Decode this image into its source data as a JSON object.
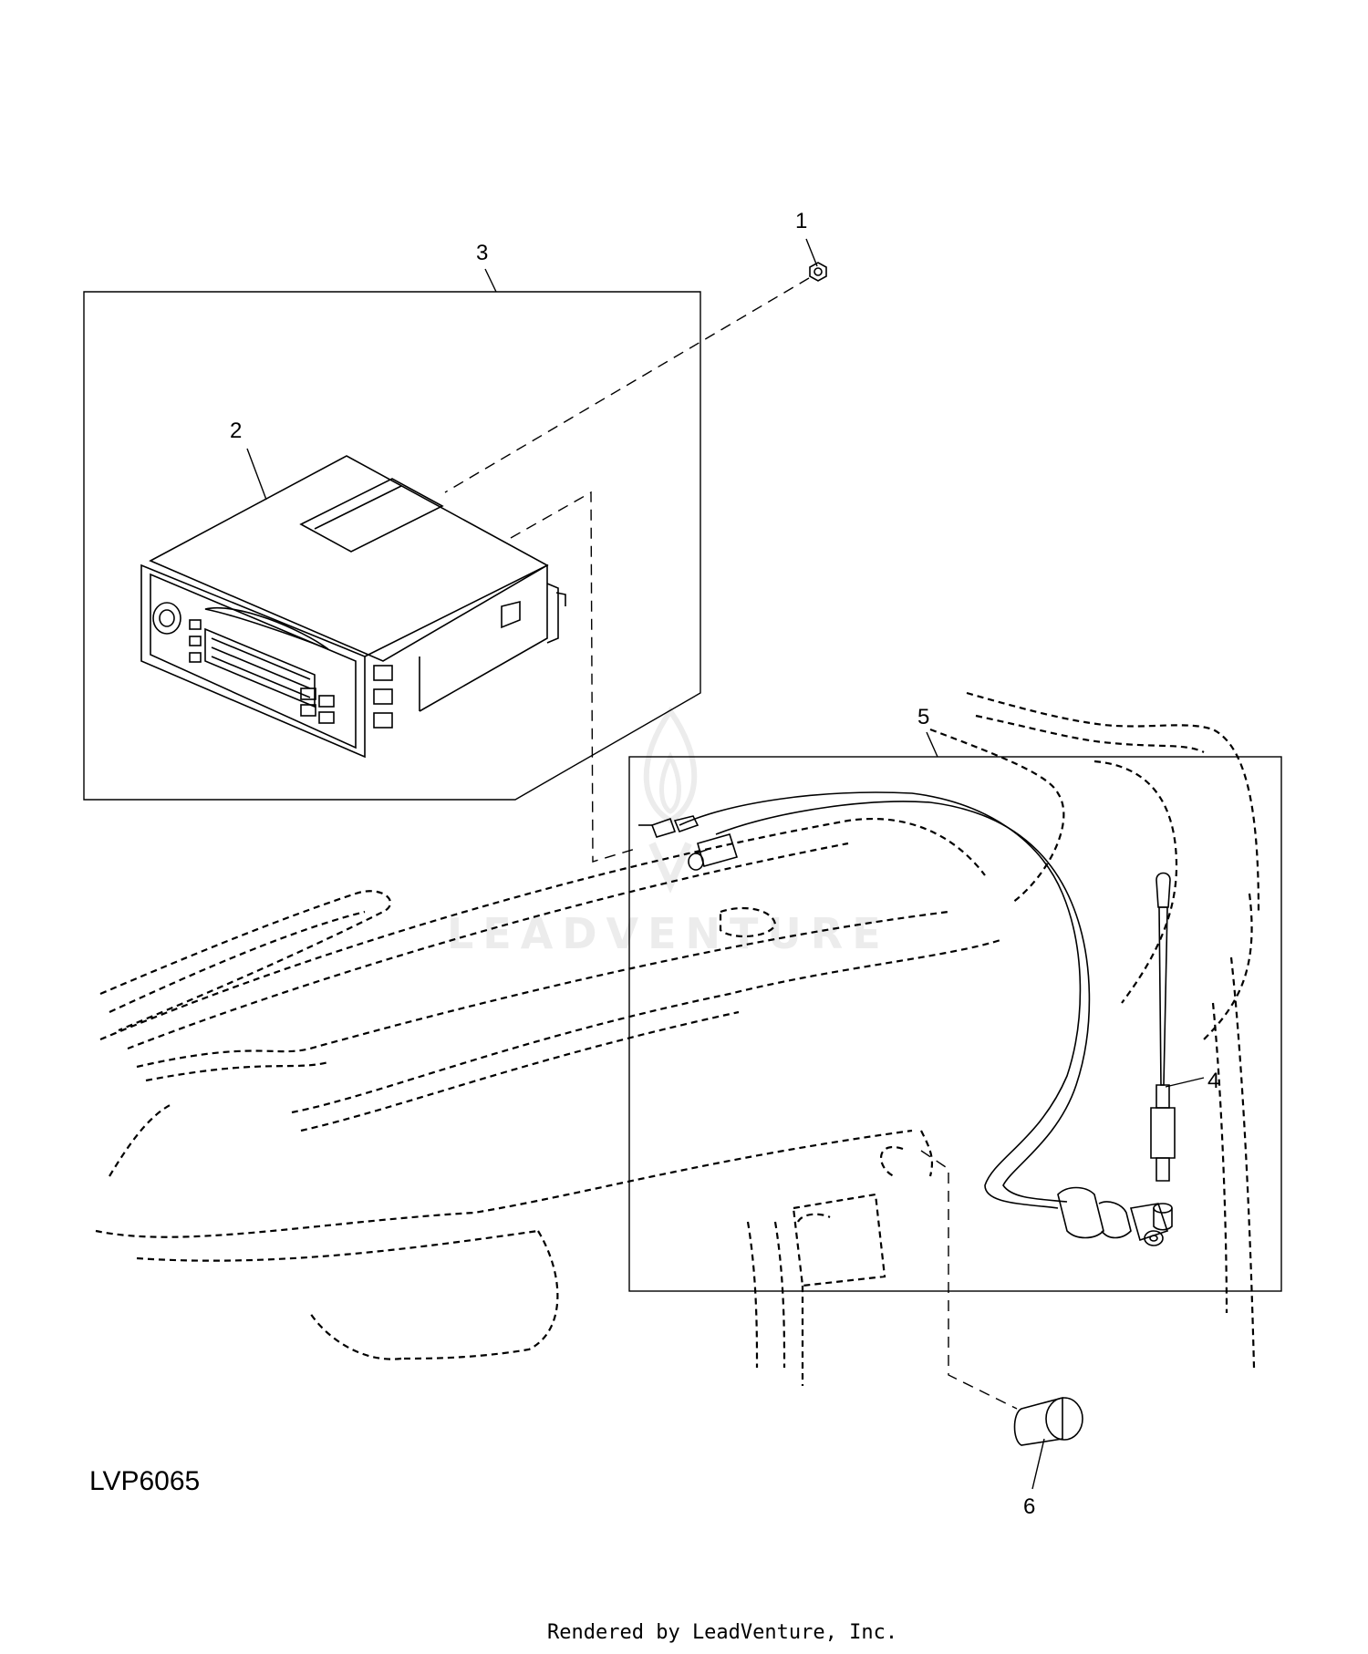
{
  "diagram": {
    "drawing_code": "LVP6065",
    "footer": "Rendered by LeadVenture, Inc.",
    "watermark": "LEADVENTURE",
    "callouts": [
      {
        "id": "1",
        "label": "1"
      },
      {
        "id": "2",
        "label": "2"
      },
      {
        "id": "3",
        "label": "3"
      },
      {
        "id": "4",
        "label": "4"
      },
      {
        "id": "5",
        "label": "5"
      },
      {
        "id": "6",
        "label": "6"
      }
    ]
  },
  "colors": {
    "line": "#000000",
    "background": "#ffffff",
    "watermark": "#ececec"
  }
}
